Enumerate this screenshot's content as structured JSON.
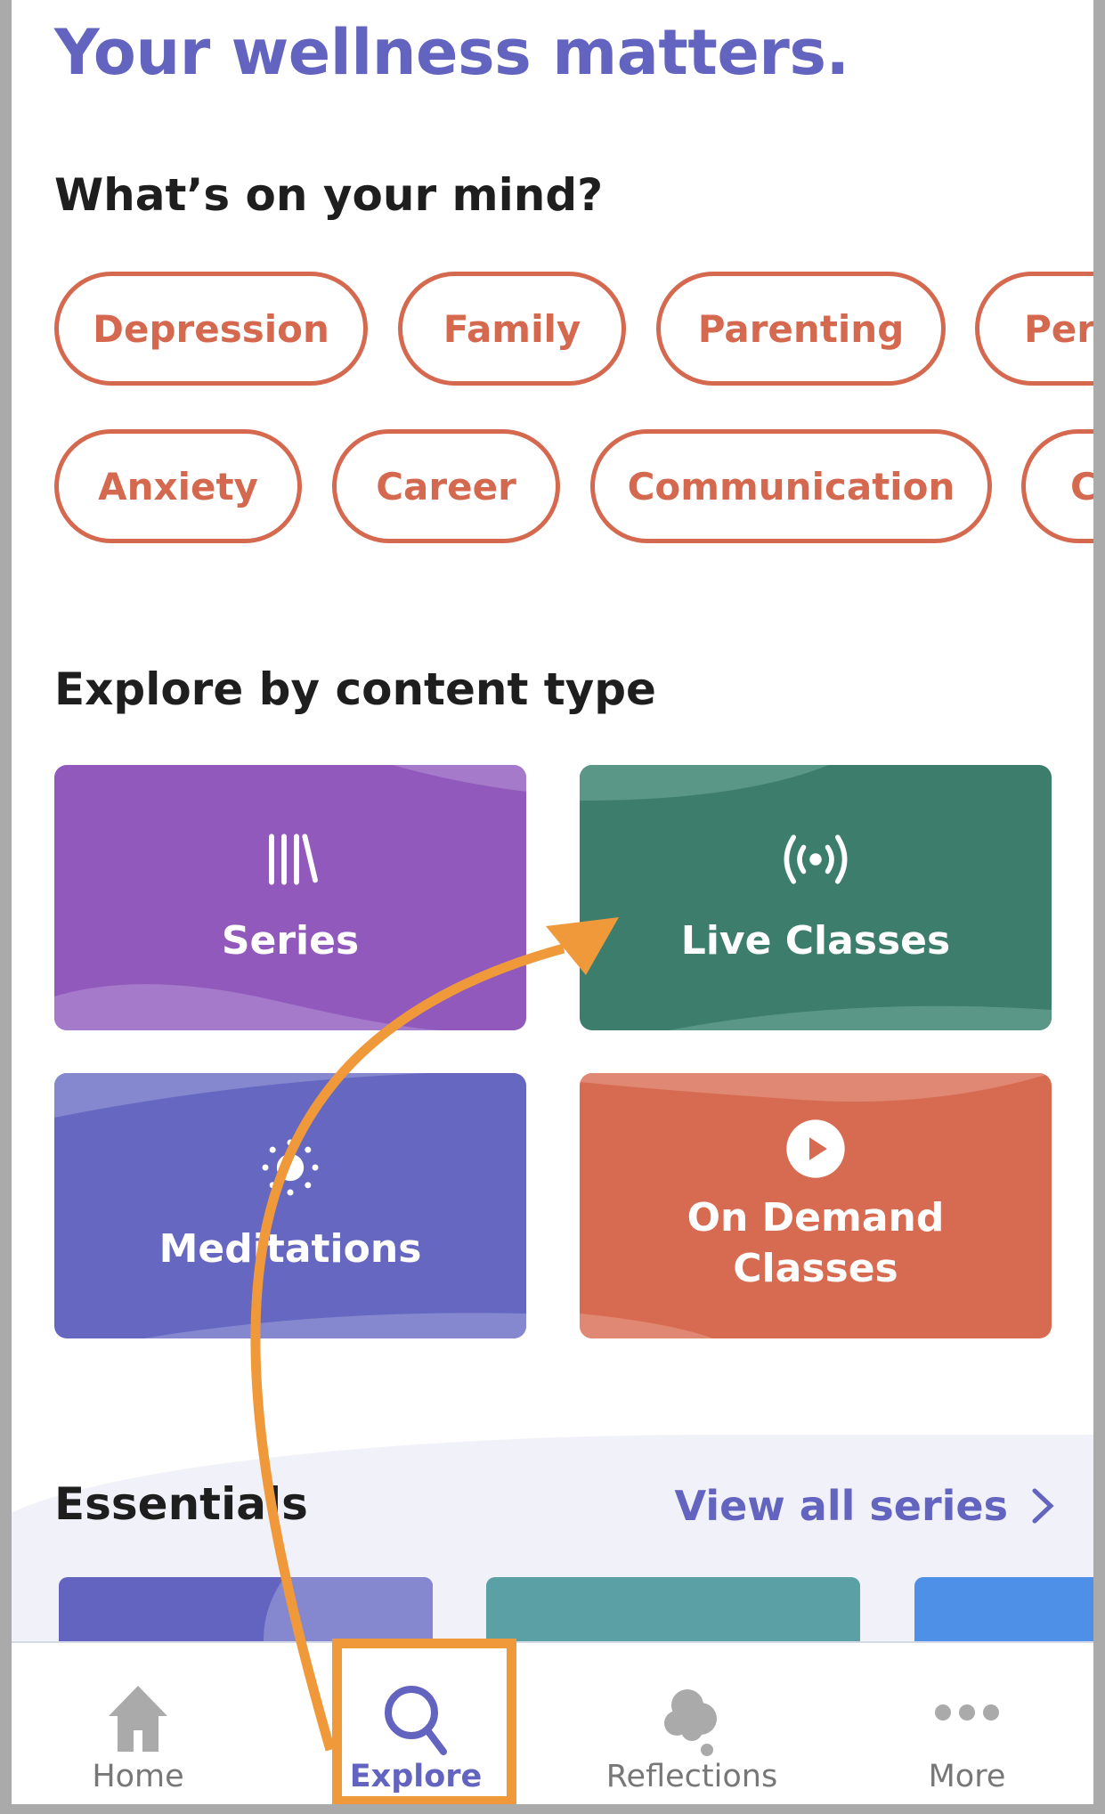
{
  "header": {
    "title": "Your wellness matters."
  },
  "mind": {
    "heading": "What’s on your mind?",
    "chips_row1": [
      "Depression",
      "Family",
      "Parenting",
      "Pers"
    ],
    "chips_row2": [
      "Anxiety",
      "Career",
      "Communication",
      "C"
    ]
  },
  "content_type": {
    "heading": "Explore by content type",
    "cards": [
      {
        "label": "Series",
        "icon": "library-icon",
        "color": "#9159bb"
      },
      {
        "label": "Live Classes",
        "icon": "broadcast-icon",
        "color": "#3d7d6c"
      },
      {
        "label": "Meditations",
        "icon": "sun-icon",
        "color": "#6567c0"
      },
      {
        "label": "On Demand Classes",
        "icon": "play-circle-icon",
        "color": "#d76b51"
      }
    ]
  },
  "essentials": {
    "heading": "Essentials",
    "view_all": "View all series"
  },
  "nav": {
    "items": [
      {
        "label": "Home",
        "icon": "home-icon",
        "active": false
      },
      {
        "label": "Explore",
        "icon": "search-icon",
        "active": true
      },
      {
        "label": "Reflections",
        "icon": "cloud-thought-icon",
        "active": false
      },
      {
        "label": "More",
        "icon": "more-dots-icon",
        "active": false
      }
    ]
  },
  "colors": {
    "accent": "#6264bf",
    "chip": "#d4694f",
    "annotation": "#f0993a"
  }
}
